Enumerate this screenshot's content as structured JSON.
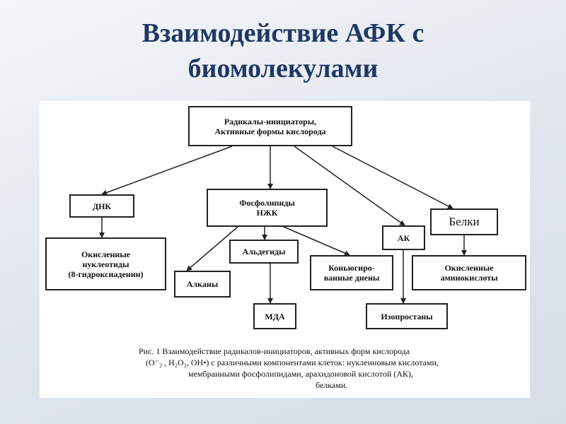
{
  "slide": {
    "title_line1": "Взаимодействие АФК с",
    "title_line2": "биомолекулами"
  },
  "diagram": {
    "boxes": {
      "root_line1": "Радикалы-инициаторы,",
      "root_line2": "Активные формы кислорода",
      "dna": "ДНК",
      "phospho_line1": "Фосфолипиды",
      "phospho_line2": "НЖК",
      "ak": "АК",
      "proteins": "Белки",
      "oxnuc_line1": "Окисленные",
      "oxnuc_line2": "нуклеотиды",
      "oxnuc_line3": "(8-гидроксиаденин)",
      "aldehydes": "Альдегиды",
      "alkanes": "Алканы",
      "dienes_line1": "Коньюгиро-",
      "dienes_line2": "ванные диены",
      "oxamino_line1": "Окисленные",
      "oxamino_line2": "аминокислоты",
      "mda": "МДА",
      "isoprostanes": "Изопростаны"
    },
    "caption": {
      "line1": "Рис. 1 Взаимодействие радикалов-инициаторов, активных форм кислорода",
      "line2": "(О⁻₂ , Н₂О₂, ОН•) с различными компонентами клеток: нуклеиновым кислотами,",
      "line3": "мембранными фосфолипидами, арахидоновой кислотой (АК),",
      "line4": "белками."
    }
  }
}
